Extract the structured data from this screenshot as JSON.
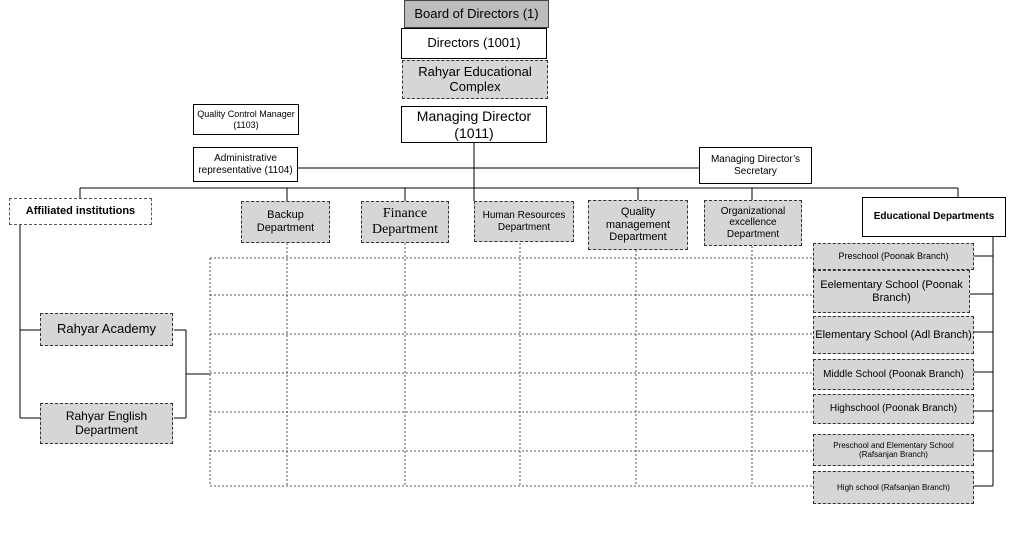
{
  "top": {
    "board": "Board of Directors (1)",
    "directors": "Directors (1001)",
    "complex": "Rahyar Educational Complex",
    "managing": "Managing Director (1011)"
  },
  "staff": {
    "quality_control": "Quality Control Manager (1103)",
    "admin_rep": "Administrative representative (1104)",
    "secretary": "Managing Director’s Secretary"
  },
  "affiliated": {
    "title": "Affiliated institutions",
    "items": [
      "Rahyar Academy",
      "Rahyar English Department"
    ]
  },
  "departments": [
    "Backup Department",
    "Finance Department",
    "Human Resources Department",
    "Quality management Department",
    "Organizational excellence Department"
  ],
  "educational": {
    "title": "Educational Departments",
    "items": [
      "Preschool (Poonak Branch)",
      "Eelementary School (Poonak Branch)",
      "Elementary School (Adl Branch)",
      "Middle School (Poonak Branch)",
      "Highschool (Poonak Branch)",
      "Preschool and Elementary School (Rafsanjan Branch)",
      "High school (Rafsanjan Branch)"
    ]
  }
}
